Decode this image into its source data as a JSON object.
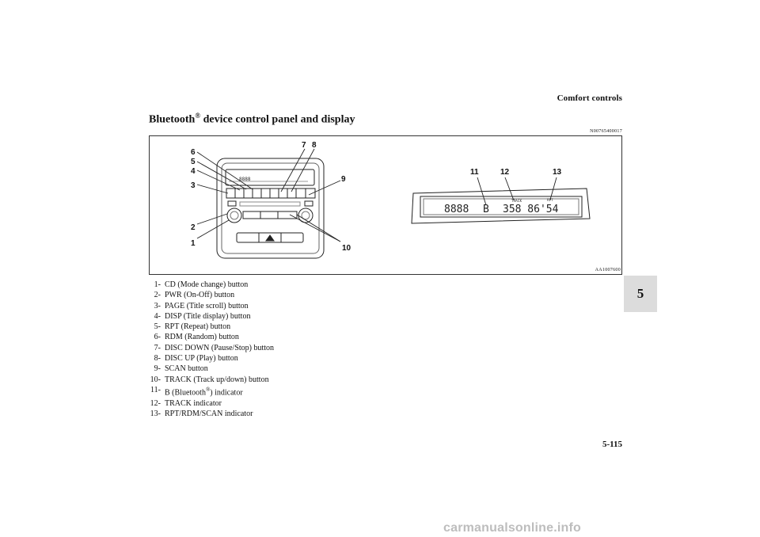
{
  "header": {
    "section": "Comfort controls",
    "page": "5-115"
  },
  "title": {
    "main": "Bluetooth",
    "reg": "®",
    "rest": " device control panel and display"
  },
  "doc_code": "N00765400017",
  "figure": {
    "code": "AA1007600",
    "callouts": [
      "1",
      "2",
      "3",
      "4",
      "5",
      "6",
      "7",
      "8",
      "9",
      "10",
      "11",
      "12",
      "13"
    ],
    "panel_display": "8888",
    "display": {
      "left": "8888",
      "mid": "B",
      "right": "358 86'54"
    },
    "indicators": {
      "track": "TRACK",
      "rpt": "RPT"
    }
  },
  "section_tab": "5",
  "legend": [
    {
      "num": "1-",
      "text": "CD (Mode change) button"
    },
    {
      "num": "2-",
      "text": "PWR (On-Off) button"
    },
    {
      "num": "3-",
      "text": "PAGE (Title scroll) button"
    },
    {
      "num": "4-",
      "text": "DISP (Title display) button"
    },
    {
      "num": "5-",
      "text": "RPT (Repeat) button"
    },
    {
      "num": "6-",
      "text": "RDM (Random) button"
    },
    {
      "num": "7-",
      "text": "DISC DOWN (Pause/Stop) button"
    },
    {
      "num": "8-",
      "text": "DISC UP (Play) button"
    },
    {
      "num": "9-",
      "text": "SCAN button"
    },
    {
      "num": "10-",
      "text": "TRACK (Track up/down) button"
    },
    {
      "num": "11-",
      "text": "B (Bluetooth",
      "sup": "®",
      "after": ") indicator"
    },
    {
      "num": "12-",
      "text": "TRACK indicator"
    },
    {
      "num": "13-",
      "text": "RPT/RDM/SCAN indicator"
    }
  ],
  "watermark": "carmanualsonline.info"
}
